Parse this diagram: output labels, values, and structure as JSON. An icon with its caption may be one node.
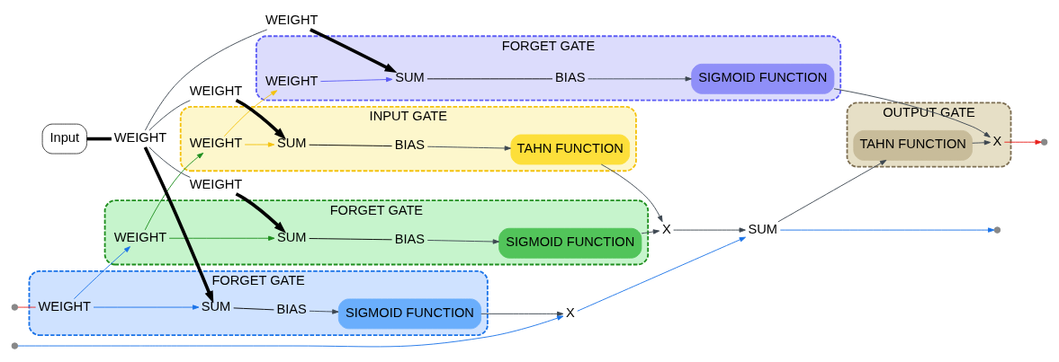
{
  "diagram": {
    "nodes": [
      {
        "text": [
          "X"
        ]
      },
      {
        "text": [
          "SUM"
        ]
      },
      {
        "text": [
          "FORGET GATE"
        ]
      },
      {
        "text": [
          "SIGMOID FUNCTION"
        ],
        "in": 2
      },
      {
        "text": [
          "BIAS"
        ],
        "in": 2
      },
      {
        "text": [
          "WEIGHT"
        ],
        "in": 2
      },
      {
        "text": [
          "SUM"
        ],
        "in": 2
      },
      {
        "text": [
          "FORGET GATE"
        ]
      },
      {
        "text": [
          "SIGMOID FUNCTION"
        ],
        "in": 7
      },
      {
        "text": [
          "BIAS"
        ],
        "in": 7
      },
      {
        "text": [
          "WEIGHT"
        ],
        "in": 7
      },
      {
        "text": [
          "SUM"
        ],
        "in": 7
      },
      {
        "text": [
          "X"
        ]
      },
      {
        "text": [
          "INPUT GATE"
        ]
      },
      {
        "text": [
          "TAHN FUNCTION"
        ],
        "in": 13
      },
      {
        "text": [
          "BIAS"
        ],
        "in": 13
      },
      {
        "text": [
          "WEIGHT"
        ],
        "in": 13
      },
      {
        "text": [
          "SUM"
        ],
        "in": 13
      },
      {
        "text": [
          "FORGET GATE"
        ]
      },
      {
        "text": [
          "SIGMOID FUNCTION"
        ],
        "in": 18
      },
      {
        "text": [
          "BIAS"
        ],
        "in": 18
      },
      {
        "text": [
          "SUM"
        ],
        "in": 18
      },
      {
        "text": [
          "WEIGHT"
        ],
        "in": 18
      },
      {
        "text": [
          "OUTPUT GATE"
        ]
      },
      {
        "text": [
          "TAHN FUNCTION"
        ],
        "in": 23
      },
      {
        "text": [
          "X"
        ],
        "in": 23
      },
      {
        "text": [
          "WEIGHT"
        ]
      },
      {
        "text": [
          "WEIGHT"
        ]
      },
      {
        "text": [
          "WEIGHT"
        ]
      },
      {
        "text": [
          "WEIGHT"
        ]
      },
      {
        "text": [
          "Input"
        ]
      }
    ],
    "edges": [
      {
        "from": null,
        "to": 0,
        "arrow": "to",
        "color": "#1a73e8"
      },
      {
        "from": 0,
        "to": 1,
        "arrow": "to",
        "color": "#1a73e8"
      },
      {
        "from": 1,
        "to": null,
        "arrow": "to",
        "color": "#1a73e8"
      },
      {
        "from": 3,
        "to": 0,
        "arrow": "to"
      },
      {
        "from": 12,
        "to": 1,
        "arrow": "to"
      },
      {
        "from": 8,
        "to": 12,
        "arrow": "to"
      },
      {
        "from": 14,
        "to": 12,
        "arrow": "to"
      },
      {
        "from": 1,
        "to": 24,
        "arrow": "to"
      },
      {
        "from": 19,
        "to": 25,
        "arrow": "to"
      },
      {
        "from": 24,
        "to": 25,
        "arrow": "to"
      },
      {
        "from": 25,
        "to": null,
        "arrow": "to",
        "color": "#e8211d"
      },
      {
        "from": null,
        "to": 5,
        "arrow": "none",
        "color": "#e8211d"
      },
      {
        "from": 5,
        "to": 6,
        "arrow": "to",
        "color": "#1a73e8"
      },
      {
        "from": 6,
        "to": 4,
        "arrow": "none",
        "color": "#000000"
      },
      {
        "from": 4,
        "to": 3,
        "arrow": "to"
      },
      {
        "from": 5,
        "to": 10,
        "arrow": "to",
        "color": "#1a73e8"
      },
      {
        "from": 10,
        "to": 11,
        "arrow": "to",
        "color": "#1e8e1e"
      },
      {
        "from": 11,
        "to": 9,
        "arrow": "none",
        "color": "#000000"
      },
      {
        "from": 9,
        "to": 8,
        "arrow": "to"
      },
      {
        "from": 10,
        "to": 16,
        "arrow": "to",
        "color": "#1e8e1e"
      },
      {
        "from": 16,
        "to": 17,
        "arrow": "to",
        "color": "#f4c20d"
      },
      {
        "from": 17,
        "to": 15,
        "arrow": "none",
        "color": "#000000"
      },
      {
        "from": 15,
        "to": 14,
        "arrow": "to"
      },
      {
        "from": 16,
        "to": 22,
        "arrow": "to",
        "color": "#f4c20d"
      },
      {
        "from": 22,
        "to": 21,
        "arrow": "to",
        "color": "#5b5bf5"
      },
      {
        "from": 21,
        "to": 20,
        "arrow": "none",
        "color": "#000000"
      },
      {
        "from": 20,
        "to": 19,
        "arrow": "to"
      },
      {
        "from": 30,
        "to": 26,
        "arrow": "none",
        "style": "thick",
        "color": "#000000"
      },
      {
        "from": 26,
        "to": 6,
        "arrow": "to",
        "style": "thick",
        "color": "#000000"
      },
      {
        "from": 27,
        "to": 11,
        "arrow": "to",
        "style": "thick",
        "color": "#000000"
      },
      {
        "from": 28,
        "to": 17,
        "arrow": "to",
        "style": "thick",
        "color": "#000000"
      },
      {
        "from": 29,
        "to": 21,
        "arrow": "to",
        "style": "thick",
        "color": "#000000"
      },
      {
        "from": 26,
        "to": 27,
        "arrow": "none"
      },
      {
        "from": 26,
        "to": 28,
        "arrow": "none"
      },
      {
        "from": 26,
        "to": 29,
        "arrow": "none"
      }
    ]
  }
}
